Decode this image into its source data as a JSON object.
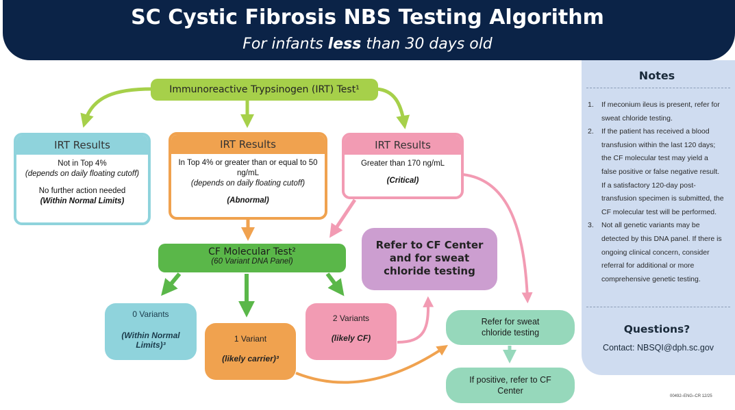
{
  "header": {
    "title": "SC Cystic Fibrosis NBS Testing Algorithm",
    "subtitle_pre": "For infants ",
    "subtitle_bold": "less",
    "subtitle_post": " than 30 days old"
  },
  "flow": {
    "irt_test": "Immunoreactive Trypsinogen (IRT) Test¹",
    "irt_results_label": "IRT Results",
    "normal": {
      "line1": "Not in Top 4%",
      "line2": "(depends on daily floating cutoff)",
      "line3": "No further action needed",
      "line4": "(Within Normal Limits)"
    },
    "abnormal": {
      "line1": "In Top 4% or greater than or equal to 50 ng/mL",
      "line2": "(depends on daily floating cutoff)",
      "line3": "(Abnormal)"
    },
    "critical": {
      "line1": "Greater than 170 ng/mL",
      "line2": "(Critical)"
    },
    "cf_molecular": {
      "title": "CF Molecular Test²",
      "subtitle": "(60 Variant DNA Panel)"
    },
    "variants0": {
      "label": "0 Variants",
      "note": "(Within Normal Limits)³"
    },
    "variants1": {
      "label": "1 Variant",
      "note": "(likely carrier)³"
    },
    "variants2": {
      "label": "2 Variants",
      "note": "(likely CF)"
    },
    "refer_cf": "Refer to CF Center and for sweat chloride testing",
    "refer_sweat": "Refer for sweat chloride testing",
    "if_positive": "If positive, refer to CF Center"
  },
  "notes": {
    "title": "Notes",
    "items": [
      {
        "num": "1.",
        "text": "If meconium ileus is present, refer for sweat chloride testing."
      },
      {
        "num": "2.",
        "text": "If the patient has received a blood transfusion within the last 120 days; the CF molecular test may yield a false positive or false negative result. If a satisfactory 120-day post-transfusion specimen is submitted, the CF molecular test will be performed."
      },
      {
        "num": "3.",
        "text": "Not all genetic variants may be detected by this DNA panel. If there is ongoing clinical concern, consider referral for additional or more comprehensive genetic testing."
      }
    ],
    "questions": "Questions?",
    "contact": "Contact: NBSQI@dph.sc.gov"
  },
  "footer": {
    "code": "00492–ENG–CR 12/25"
  },
  "colors": {
    "navy": "#0b2347",
    "lime": "#a6d04a",
    "green": "#5ab749",
    "teal": "#8fd3dc",
    "orange": "#f0a24f",
    "pink": "#f29bb3",
    "purple": "#cc9ed0",
    "mint": "#96d8bb",
    "notes_bg": "#cfdcf0"
  }
}
